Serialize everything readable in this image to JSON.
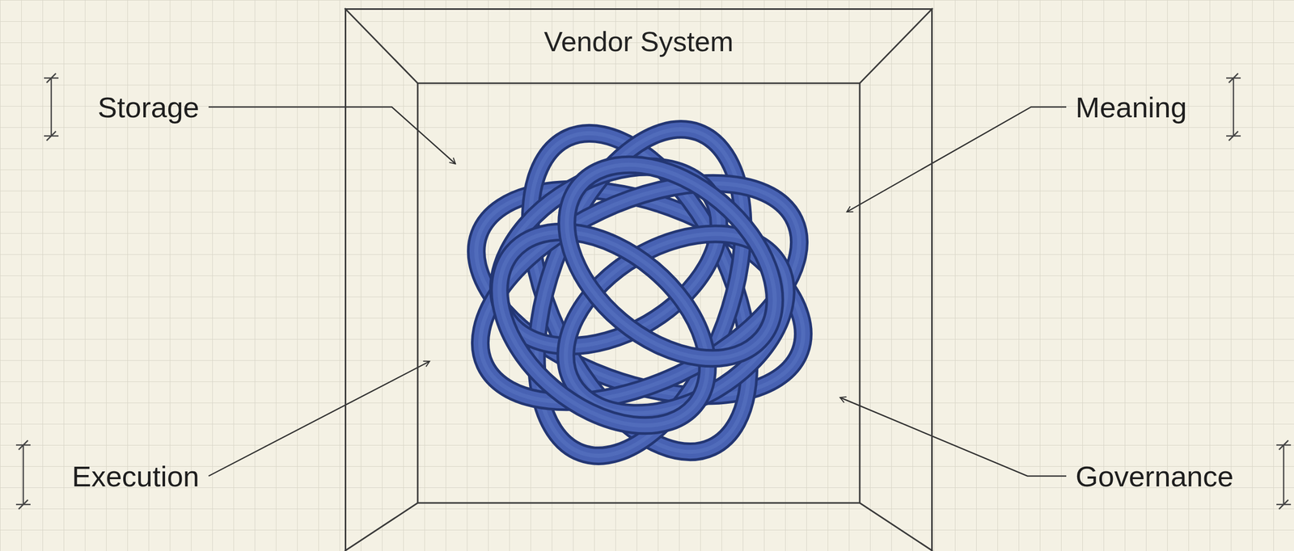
{
  "diagram": {
    "nodes": [
      {
        "text": [
          "Vendor System"
        ]
      }
    ],
    "labels": [
      "Storage",
      "Meaning",
      "Execution",
      "Governance"
    ]
  }
}
